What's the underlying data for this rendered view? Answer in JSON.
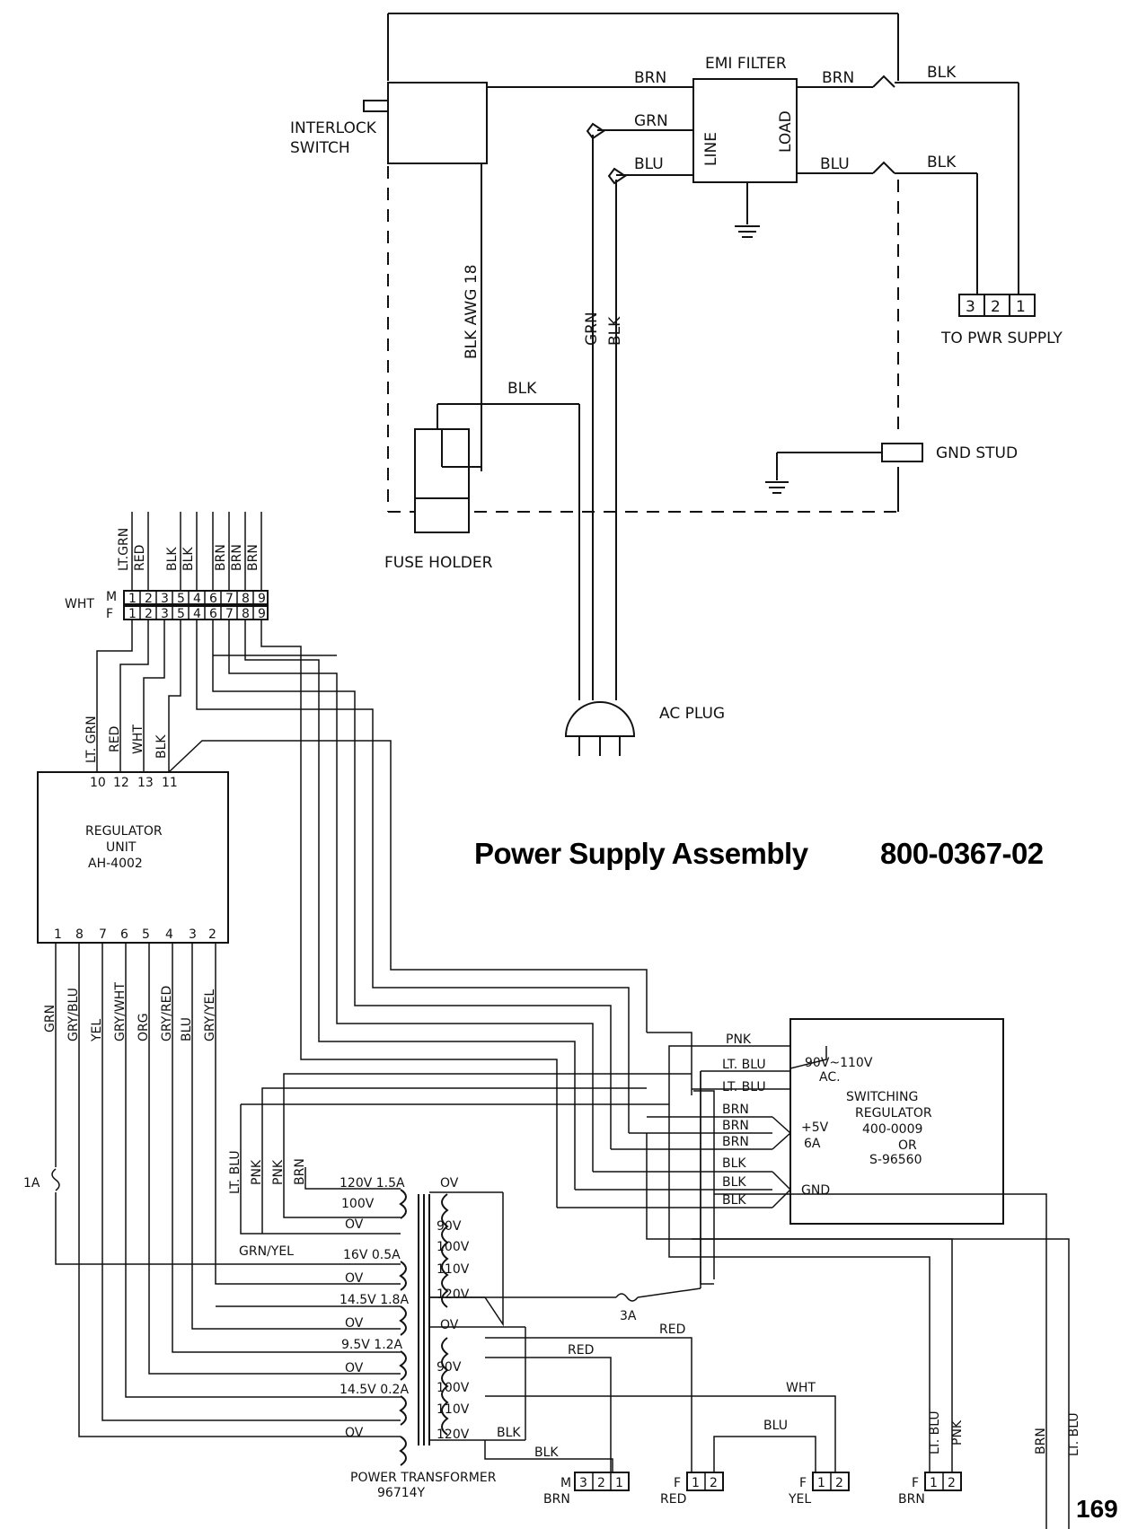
{
  "title": "Power Supply Assembly",
  "part_number": "800-0367-02",
  "page_number": "169",
  "top": {
    "interlock": "INTERLOCK",
    "switch": "SWITCH",
    "emi_filter": "EMI FILTER",
    "line": "LINE",
    "load": "LOAD",
    "brn": "BRN",
    "grn": "GRN",
    "blu": "BLU",
    "blk": "BLK",
    "blk_awg": "BLK AWG 18",
    "grn_v": "GRN",
    "blk_v": "BLK",
    "to_pwr_supply": "TO PWR SUPPLY",
    "gnd_stud": "GND STUD",
    "fuse_holder": "FUSE HOLDER",
    "ac_plug": "AC PLUG",
    "conn_pins": [
      "3",
      "2",
      "1"
    ]
  },
  "connector": {
    "wht": "WHT",
    "m": "M",
    "f": "F",
    "m_pins": [
      "1",
      "2",
      "3",
      "5",
      "4",
      "6",
      "7",
      "8",
      "9"
    ],
    "f_pins": [
      "1",
      "2",
      "3",
      "5",
      "4",
      "6",
      "7",
      "8",
      "9"
    ],
    "wire_labels": [
      "LT.GRN",
      "RED",
      "BLK",
      "BLK",
      "BRN",
      "BRN",
      "BRN"
    ]
  },
  "regulator": {
    "line1": "REGULATOR",
    "line2": "UNIT",
    "line3": "AH-4002",
    "top_pins": [
      "10",
      "12",
      "13",
      "11"
    ],
    "top_labels": [
      "LT. GRN",
      "RED",
      "WHT",
      "BLK"
    ],
    "bottom_pins": [
      "1",
      "8",
      "7",
      "6",
      "5",
      "4",
      "3",
      "2"
    ],
    "bottom_labels": [
      "GRN",
      "GRY/BLU",
      "YEL",
      "GRY/WHT",
      "ORG",
      "GRY/RED",
      "BLU",
      "GRY/YEL"
    ]
  },
  "switching": {
    "line1": "SWITCHING",
    "line2": "REGULATOR",
    "line3": "400-0009",
    "line4": "OR",
    "line5": "S-96560",
    "ac": "90V~110V",
    "ac2": "AC.",
    "plus5": "+5V",
    "amps": "6A",
    "gnd": "GND",
    "wires": [
      "PNK",
      "LT. BLU",
      "LT. BLU",
      "BRN",
      "BRN",
      "BRN",
      "BLK",
      "BLK",
      "BLK"
    ]
  },
  "transformer": {
    "name1": "POWER TRANSFORMER",
    "name2": "96714Y",
    "secondary": [
      "120V 1.5A",
      "100V",
      "OV",
      "16V 0.5A",
      "OV",
      "14.5V 1.8A",
      "OV",
      "9.5V 1.2A",
      "OV",
      "14.5V 0.2A",
      "OV"
    ],
    "primary_top": [
      "OV",
      "90V",
      "100V",
      "110V",
      "120V"
    ],
    "primary_bottom": [
      "OV",
      "90V",
      "100V",
      "110V",
      "120V"
    ],
    "left_wires": [
      "LT. BLU",
      "PNK",
      "PNK",
      "BRN"
    ],
    "grn_yel": "GRN/YEL",
    "fuse_1a": "1A",
    "fuse_3a": "3A",
    "red1": "RED",
    "red2": "RED",
    "wht": "WHT",
    "blu": "BLU",
    "blk1": "BLK",
    "blk2": "BLK",
    "right_wires": [
      "LT. BLU",
      "PNK",
      "BRN",
      "LT. BLU"
    ]
  },
  "bottom_connectors": [
    {
      "m": "M",
      "pins": [
        "3",
        "2",
        "1"
      ],
      "under": "BRN"
    },
    {
      "m": "F",
      "pins": [
        "1",
        "2"
      ],
      "under": "RED"
    },
    {
      "m": "F",
      "pins": [
        "1",
        "2"
      ],
      "under": "YEL"
    },
    {
      "m": "F",
      "pins": [
        "1",
        "2"
      ],
      "under": "BRN"
    }
  ]
}
